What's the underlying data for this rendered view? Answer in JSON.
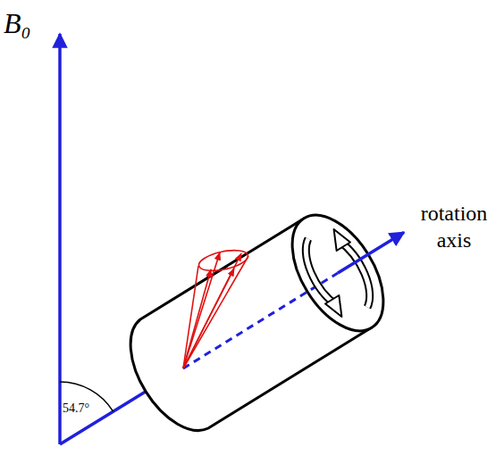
{
  "diagram": {
    "labels": [
      "B₀",
      "rotation axis",
      "54.7°"
    ]
  }
}
